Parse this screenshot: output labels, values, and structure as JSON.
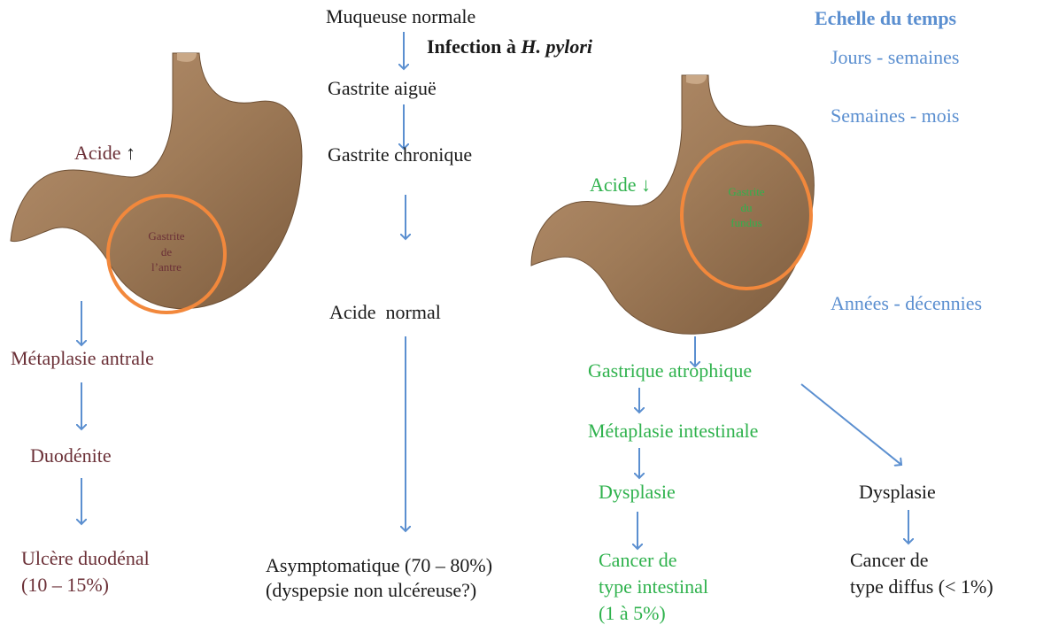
{
  "colors": {
    "stomach": "#9f7b58",
    "stomach_dark": "#7a5a3c",
    "circle": "#f2883c",
    "arrow": "#5b8fd0",
    "green": "#2fb24d",
    "brown": "#6b3037",
    "blue": "#5b8fd0"
  },
  "timescale": {
    "title": "Echelle du temps",
    "days": "Jours - semaines",
    "weeks": "Semaines - mois",
    "years": "Années - décennies"
  },
  "center": {
    "normal_mucosa": "Muqueuse normale",
    "infection_prefix": "Infection à ",
    "infection_species": "H. pylori",
    "acute_gastritis": "Gastrite aiguë",
    "chronic_gastritis": "Gastrite chronique",
    "normal_acid": "Acide  normal",
    "asymptomatic_line1": "Asymptomatique (70 – 80%)",
    "asymptomatic_line2": "(dyspepsie non ulcéreuse?)"
  },
  "left": {
    "acid": "Acide",
    "acid_arrow": "↑",
    "antrum_line1": "Gastrite",
    "antrum_line2": "de",
    "antrum_line3": "l’antre",
    "antral_metaplasia": "Métaplasie antrale",
    "duodenitis": "Duodénite",
    "ulcer_line1": "Ulcère duodénal",
    "ulcer_line2": "(10 – 15%)"
  },
  "right": {
    "acid": "Acide",
    "acid_arrow": "↓",
    "fundus_line1": "Gastrite",
    "fundus_line2": "du",
    "fundus_line3": "fundus",
    "atrophic": "Gastrique atrophique",
    "intestinal_metaplasia": "Métaplasie intestinale",
    "dysplasia": "Dysplasie",
    "intestinal_cancer_line1": "Cancer de",
    "intestinal_cancer_line2": "type intestinal",
    "intestinal_cancer_line3": "(1 à 5%)",
    "diffuse_dysplasia": "Dysplasie",
    "diffuse_cancer_line1": "Cancer de",
    "diffuse_cancer_line2": "type diffus (< 1%)"
  }
}
